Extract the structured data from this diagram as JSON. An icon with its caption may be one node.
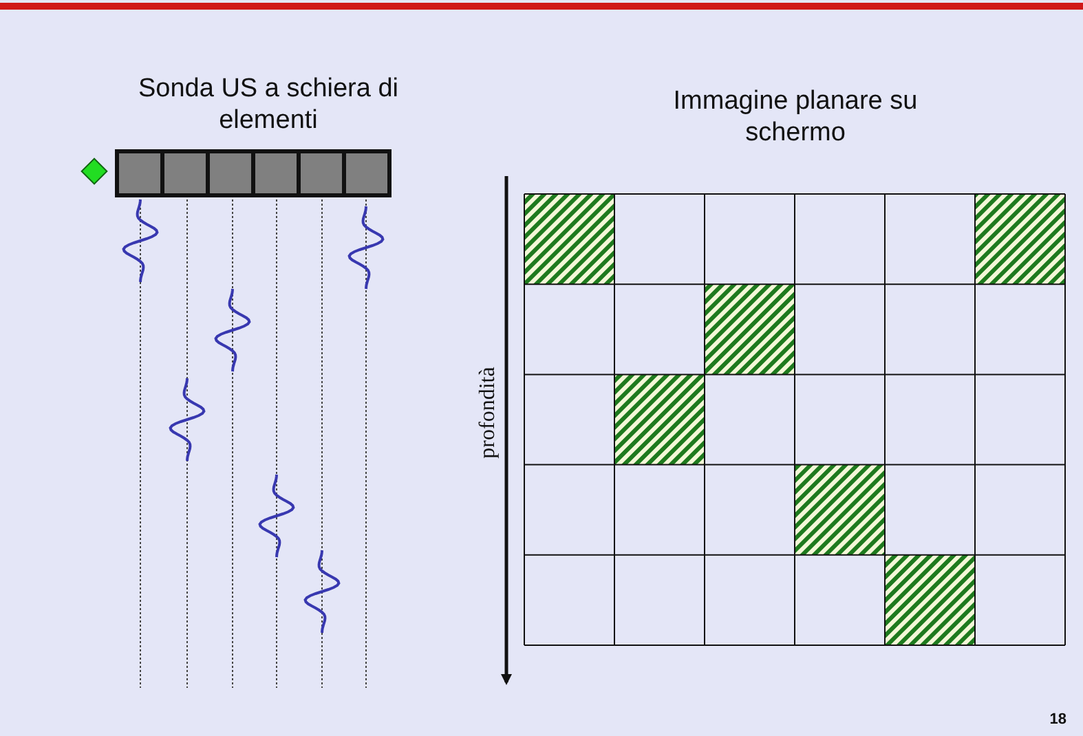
{
  "diagram": {
    "labels": [
      "Sonda US a schiera di elementi",
      "Immagine planare su schermo",
      "profondità",
      "18"
    ]
  }
}
